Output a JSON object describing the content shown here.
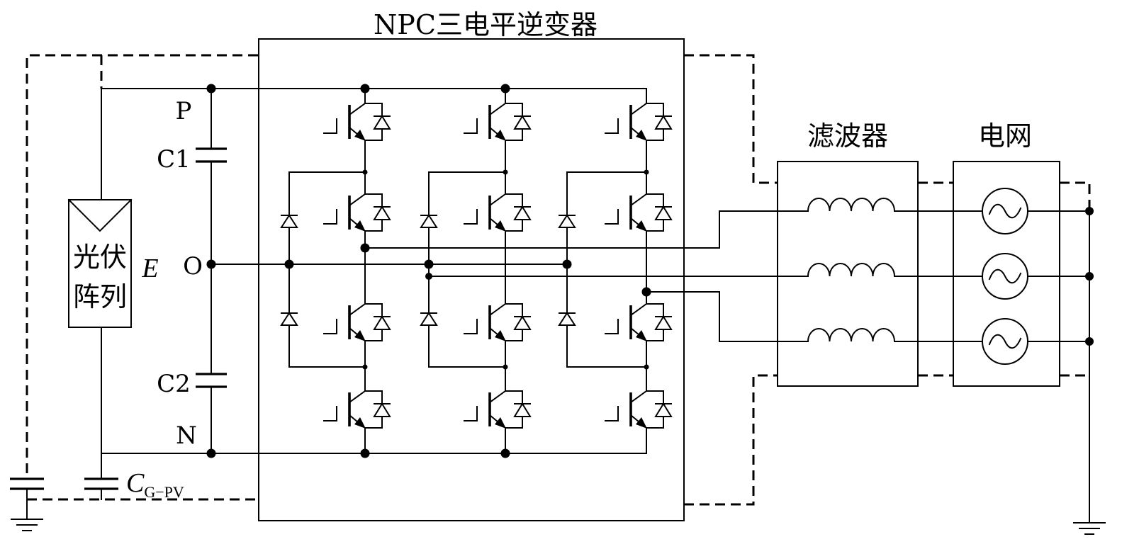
{
  "title": "NPC三电平逆变器",
  "filter_label": "滤波器",
  "grid_label": "电网",
  "nodes": {
    "p": "P",
    "o": "O",
    "n": "N"
  },
  "capacitors": {
    "c1": "C1",
    "c2": "C2"
  },
  "voltage_label": "E",
  "pv_array": {
    "line1": "光伏",
    "line2": "阵列"
  },
  "parasitic_capacitor": {
    "symbol": "C",
    "subscript": "G−PV"
  }
}
